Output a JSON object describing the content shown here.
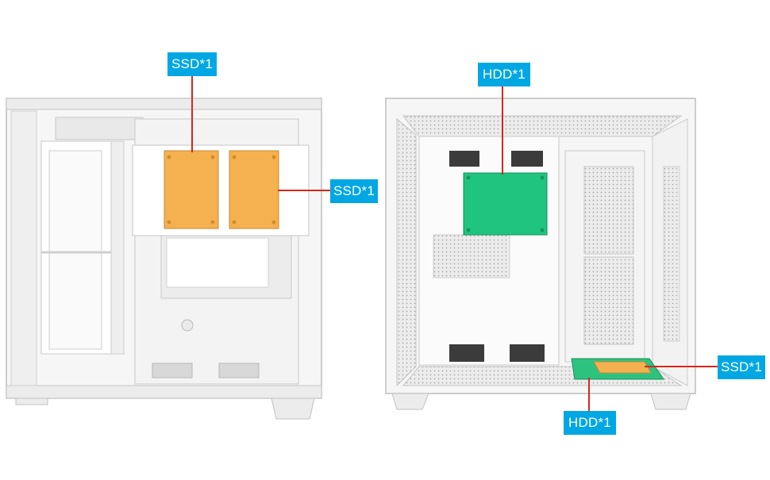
{
  "labels": {
    "ssd_top": "SSD*1",
    "ssd_right": "SSD*1",
    "hdd_top": "HDD*1",
    "ssd_bottom_right": "SSD*1",
    "hdd_bottom": "HDD*1"
  },
  "colors": {
    "label_bg": "#00a7e3",
    "label_text": "#ffffff",
    "leader_line": "#d9251c",
    "ssd_bay": "#f5b04f",
    "hdd_bay": "#1fc47f",
    "case_white": "#f4f4f4"
  }
}
